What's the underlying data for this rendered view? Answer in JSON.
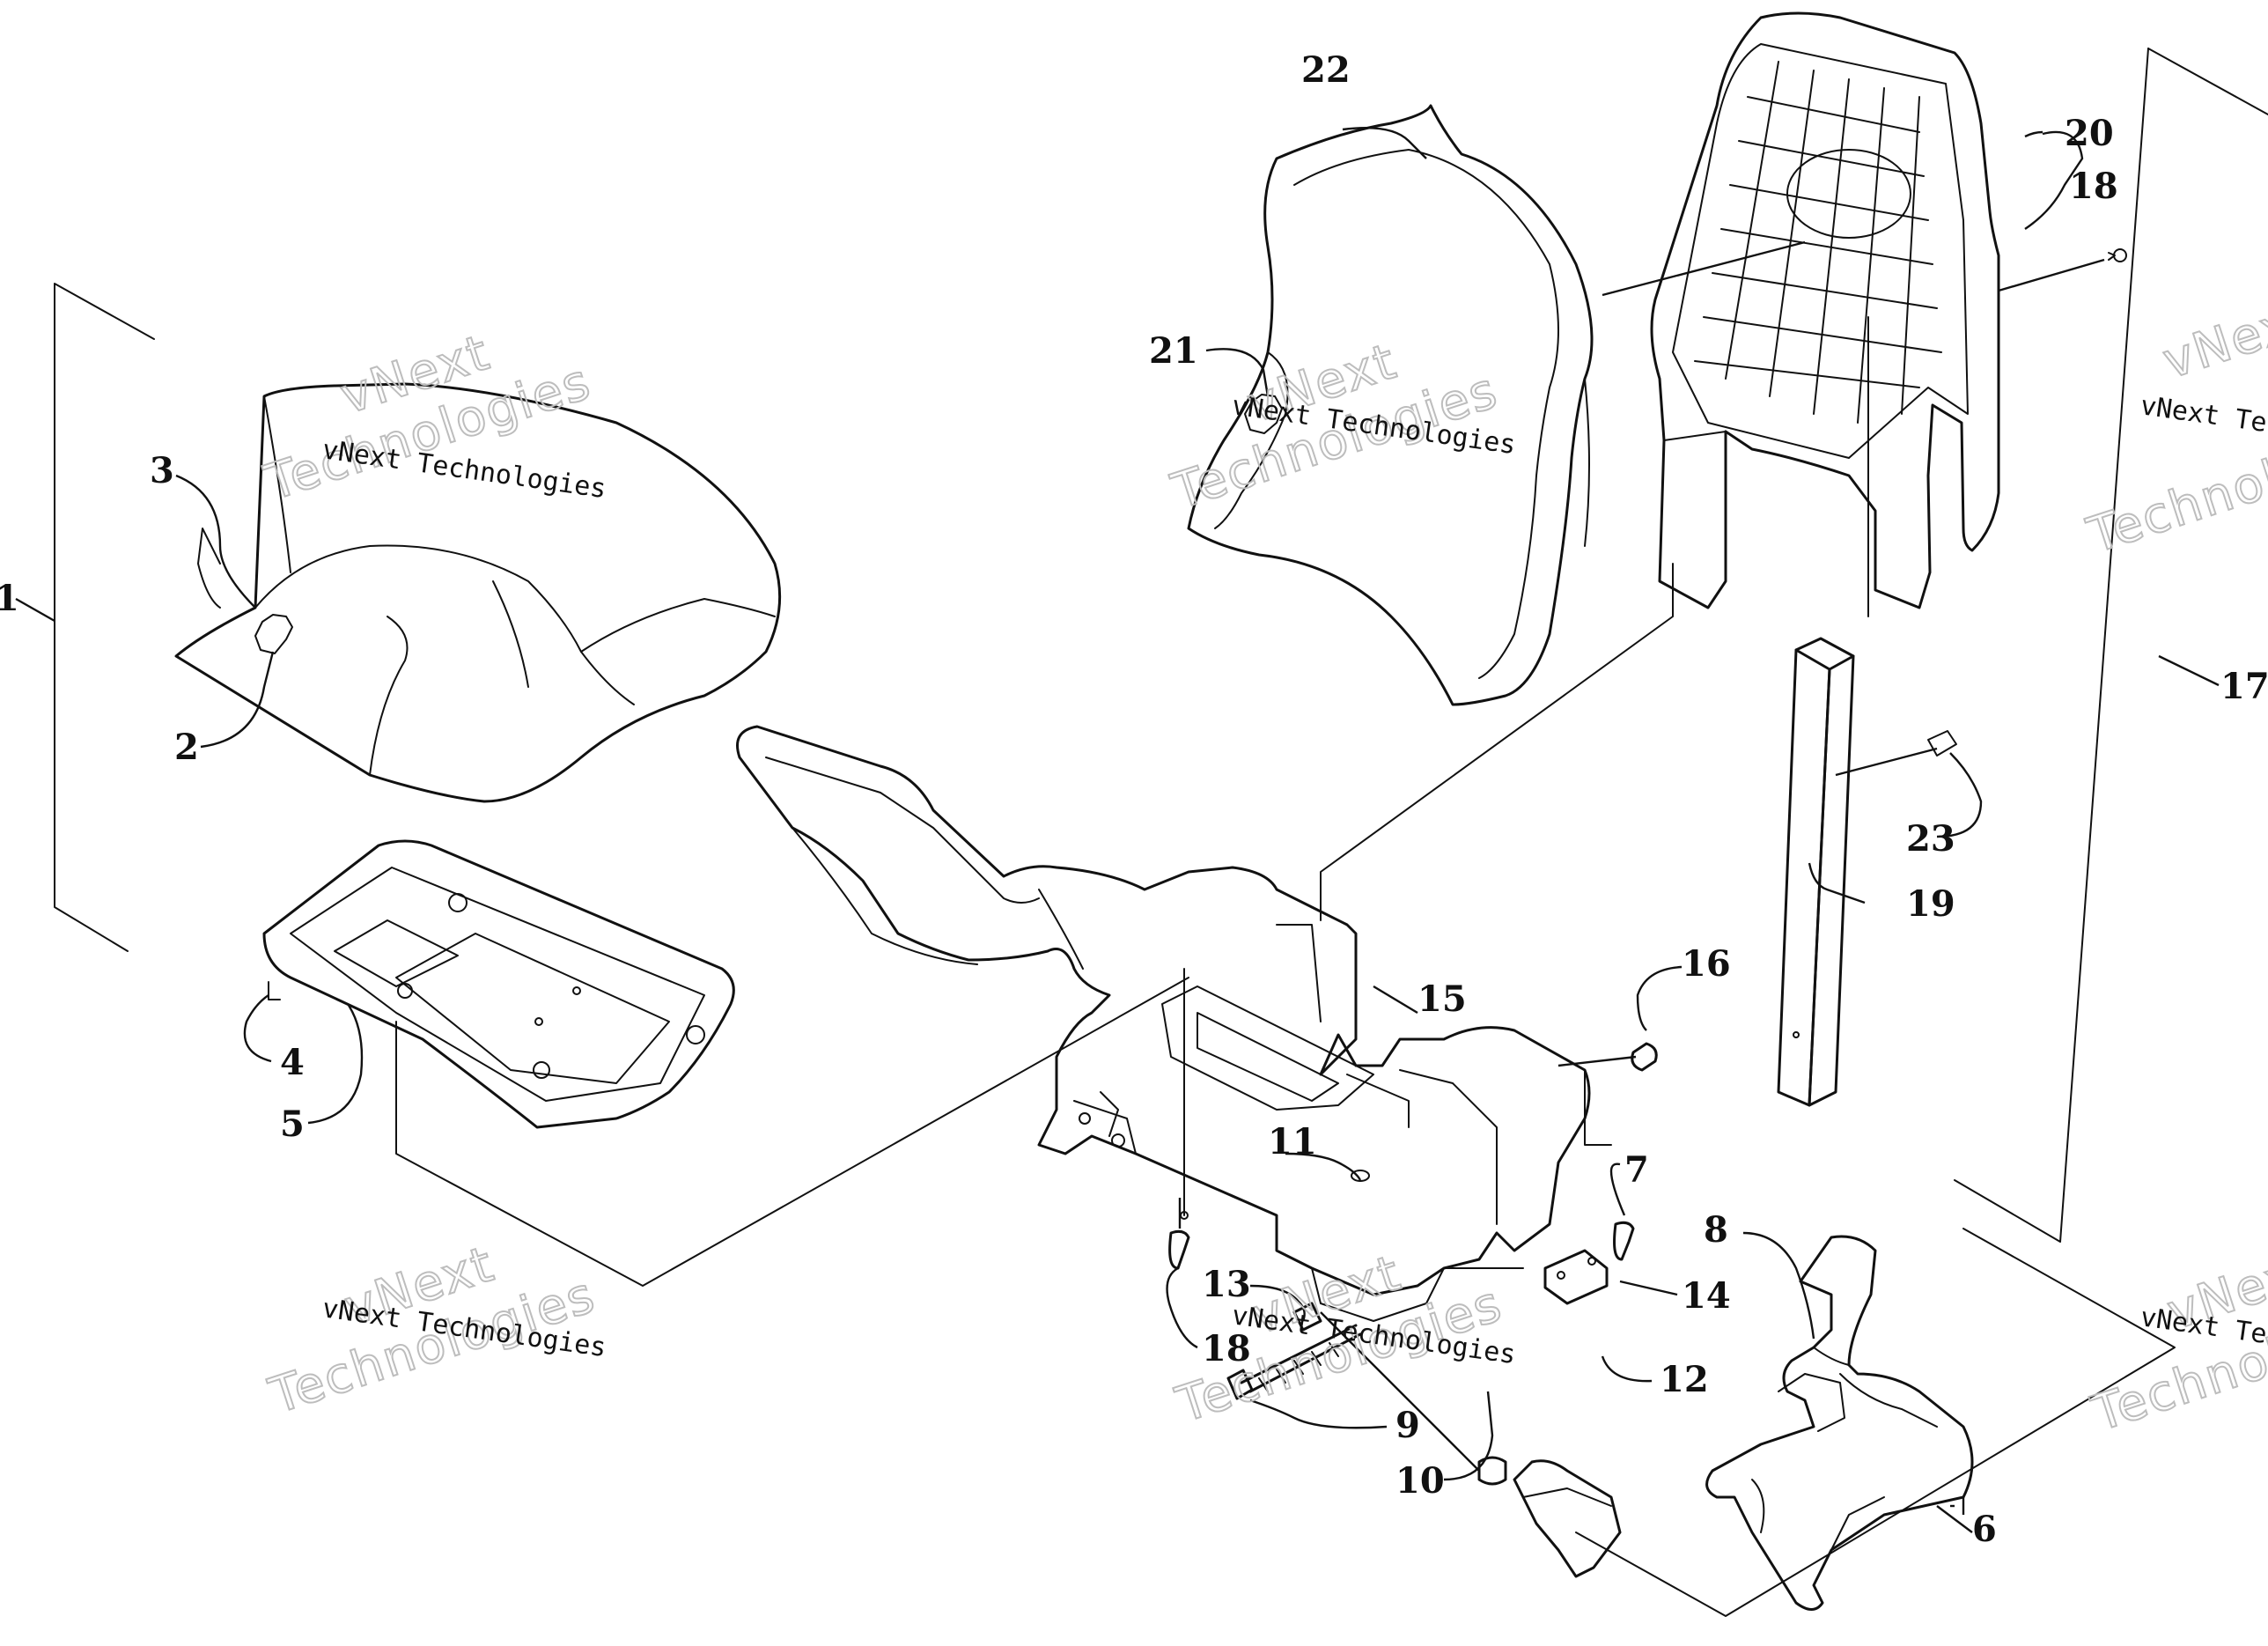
{
  "callouts": [
    {
      "id": "c1",
      "text": "1"
    },
    {
      "id": "c2",
      "text": "2"
    },
    {
      "id": "c3",
      "text": "3"
    },
    {
      "id": "c4",
      "text": "4"
    },
    {
      "id": "c5",
      "text": "5"
    },
    {
      "id": "c6",
      "text": "6"
    },
    {
      "id": "c7",
      "text": "7"
    },
    {
      "id": "c8",
      "text": "8"
    },
    {
      "id": "c9",
      "text": "9"
    },
    {
      "id": "c10",
      "text": "10"
    },
    {
      "id": "c11",
      "text": "11"
    },
    {
      "id": "c12",
      "text": "12"
    },
    {
      "id": "c13",
      "text": "13"
    },
    {
      "id": "c14",
      "text": "14"
    },
    {
      "id": "c15",
      "text": "15"
    },
    {
      "id": "c16",
      "text": "16"
    },
    {
      "id": "c17",
      "text": "17"
    },
    {
      "id": "c18a",
      "text": "18"
    },
    {
      "id": "c18b",
      "text": "18"
    },
    {
      "id": "c19",
      "text": "19"
    },
    {
      "id": "c20",
      "text": "20"
    },
    {
      "id": "c21",
      "text": "21"
    },
    {
      "id": "c22",
      "text": "22"
    },
    {
      "id": "c23",
      "text": "23"
    }
  ],
  "watermark": {
    "line1": "vNext Technologies",
    "outline_top": "vNext",
    "outline_bottom": "Technologies"
  }
}
